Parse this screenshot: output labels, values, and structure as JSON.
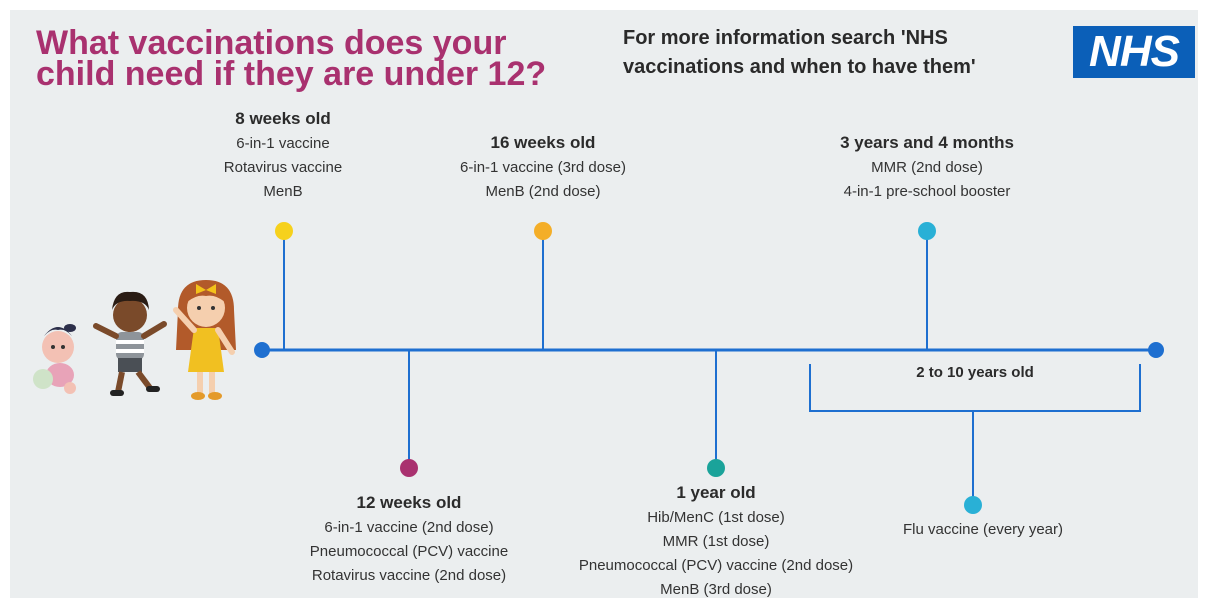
{
  "header": {
    "title_line1": "What vaccinations does your",
    "title_line2": "child need if they are under 12?",
    "info_line1": "For more information search 'NHS",
    "info_line2": "vaccinations and when to have them'",
    "logo_text": "NHS"
  },
  "milestones": [
    {
      "heading": "8 weeks old",
      "items": [
        "6-in-1 vaccine",
        "Rotavirus vaccine",
        "MenB"
      ],
      "color": "#f6d11c"
    },
    {
      "heading": "12 weeks old",
      "items": [
        "6-in-1 vaccine (2nd dose)",
        "Pneumococcal (PCV) vaccine",
        "Rotavirus vaccine (2nd dose)"
      ],
      "color": "#a9316f"
    },
    {
      "heading": "16 weeks old",
      "items": [
        "6-in-1 vaccine (3rd dose)",
        "MenB (2nd dose)"
      ],
      "color": "#f4ae28"
    },
    {
      "heading": "1 year old",
      "items": [
        "Hib/MenC (1st dose)",
        "MMR (1st dose)",
        "Pneumococcal (PCV) vaccine (2nd dose)",
        "MenB (3rd dose)"
      ],
      "color": "#1aa39a"
    },
    {
      "heading": "3 years and 4 months",
      "items": [
        "MMR (2nd dose)",
        "4-in-1 pre-school booster"
      ],
      "color": "#29b0d6"
    }
  ],
  "age_band": {
    "label": "2 to 10 years old",
    "item": "Flu vaccine (every year)",
    "color": "#29b0d6"
  },
  "colors": {
    "title": "#a9316f",
    "timeline": "#1e6fd0",
    "nhs_blue": "#0b5fb8",
    "background": "#ebeeef"
  }
}
